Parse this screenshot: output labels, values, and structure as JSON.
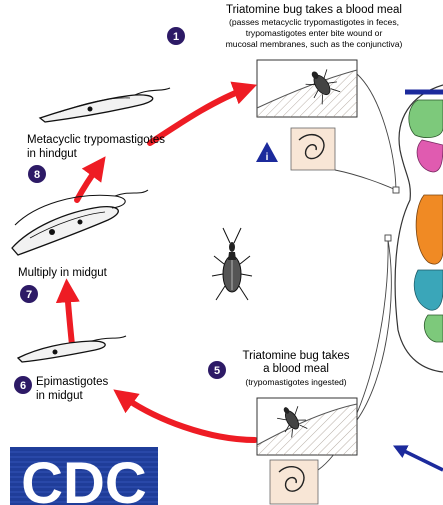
{
  "steps": [
    {
      "number": "1",
      "title": "Triatomine bug takes a blood meal",
      "details": [
        "(passes metacyclic trypomastigotes in feces,",
        "trypomastigotes enter bite wound or",
        "mucosal membranes, such as the conjunctiva)"
      ]
    },
    {
      "number": "5",
      "title_lines": [
        "Triatomine bug takes",
        "a blood meal"
      ],
      "details": [
        "(trypomastigotes ingested)"
      ]
    },
    {
      "number": "6",
      "title_lines": [
        "Epimastigotes",
        "in midgut"
      ]
    },
    {
      "number": "7",
      "title_lines": [
        "Multiply in midgut"
      ]
    },
    {
      "number": "8",
      "title_lines": [
        "Metacyclic trypomastigotes",
        "in hindgut"
      ]
    }
  ],
  "info_marker": "i",
  "logo_text": "CDC",
  "colors": {
    "step_badge": "#2d1a66",
    "cycle_arrow": "#ee1c24",
    "host_arrow": "#1c2a9c",
    "cdc_logo": "#1f3d99",
    "skin_panel": "#f8e6d6",
    "organ_green": "#7dc97b",
    "organ_orange": "#f08a24",
    "organ_teal": "#3aa6b9",
    "organ_pink": "#e05bb0"
  }
}
